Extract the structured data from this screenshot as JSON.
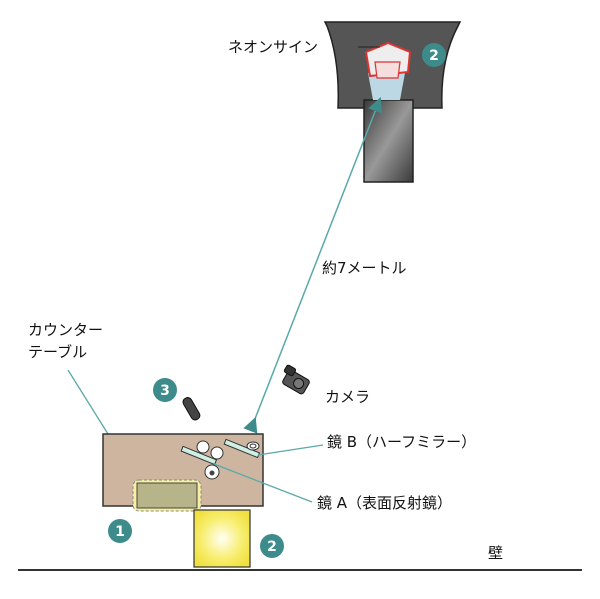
{
  "labels": {
    "neon_sign": "ネオンサイン",
    "distance": "約7メートル",
    "counter_line1": "カウンター",
    "counter_line2": "テーブル",
    "camera": "カメラ",
    "mirror_b": "鏡 B（ハーフミラー）",
    "mirror_a": "鏡 A（表面反射鏡）",
    "wall": "壁"
  },
  "markers": {
    "m1": "1",
    "m2_top": "2",
    "m2_bottom": "2",
    "m3": "3"
  },
  "colors": {
    "teal": "#3d8b8b",
    "line": "#5aa9a9",
    "table": "#cdb5a0",
    "wall": "#333333"
  }
}
